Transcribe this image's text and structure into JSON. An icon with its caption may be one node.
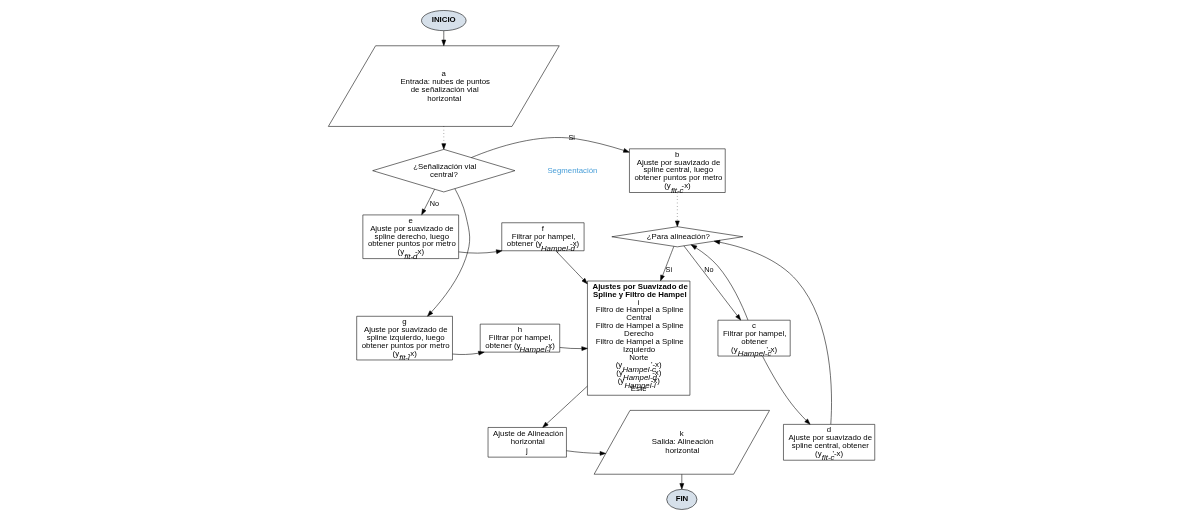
{
  "diagram": {
    "nodes": [
      {
        "text": [
          "INICIO"
        ]
      },
      {
        "text": [
          "a",
          "Entrada: nubes de puntos de señalización vial horizontal"
        ]
      },
      {
        "text": [
          "¿Señalización vial central?"
        ]
      },
      {
        "text": [
          "b",
          "Ajuste por suavizado de spline central, luego obtener puntos por metro (y$_{fit-c}$-x)"
        ]
      },
      {
        "text": [
          "¿Para alineación?"
        ]
      },
      {
        "text": [
          "c",
          "Filtrar por hampel, obtener (y$_{Hampel-c}$'-x)"
        ]
      },
      {
        "text": [
          "d",
          "Ajuste por suavizado de spline central, obtener (y$_{fit-c}$'-x)"
        ]
      },
      {
        "text": [
          "e",
          "Ajuste por suavizado de spline derecho, luego obtener puntos por metro (y$_{fit-d}$-x)"
        ]
      },
      {
        "text": [
          "f",
          "Filtrar por hampel, obtener (y$_{Hampel-d}$-x)"
        ]
      },
      {
        "text": [
          "g",
          "Ajuste por suavizado de spline izquierdo, luego obtener puntos por metro (y$_{fit-i}$-x)"
        ]
      },
      {
        "text": [
          "h",
          "Filtrar por hampel, obtener (y$_{Hampel-i}$-x)"
        ]
      },
      {
        "text": [
          "Ajustes por Suavizado de Spline y Filtro de Hampel",
          "i",
          "Filtro de Hampel a Spline Central",
          "Filtro de Hampel a Spline Derecho",
          "Filtro de Hampel a Spline Izquierdo",
          "Norte",
          "(y$_{Hampel-c}$'-x)",
          "(y$_{Hampel-d}$-x)",
          "(y$_{Hampel-i}$-x)",
          "Este"
        ]
      },
      {
        "text": [
          "Ajuste de Alineación horizontal",
          "j"
        ]
      },
      {
        "text": [
          "k",
          "Salida: Alineación horizontal"
        ]
      },
      {
        "text": [
          "FIN"
        ]
      }
    ],
    "edges": [
      {
        "from": 0,
        "to": 1,
        "arrow": "to"
      },
      {
        "from": 1,
        "to": 2,
        "arrow": "to",
        "style": "dashed"
      },
      {
        "from": 2,
        "to": 3,
        "arrow": "to",
        "label": "Si"
      },
      {
        "from": 2,
        "to": 7,
        "arrow": "to",
        "label": "No"
      },
      {
        "from": 2,
        "to": 9,
        "arrow": "to"
      },
      {
        "from": 3,
        "to": 4,
        "arrow": "to",
        "style": "dashed"
      },
      {
        "from": 4,
        "to": 11,
        "arrow": "to",
        "label": "Si"
      },
      {
        "from": 4,
        "to": 5,
        "arrow": "to",
        "label": "No"
      },
      {
        "from": 5,
        "to": 6,
        "arrow": "to"
      },
      {
        "from": 5,
        "to": 4,
        "arrow": "to"
      },
      {
        "from": 6,
        "to": 4,
        "arrow": "to"
      },
      {
        "from": 7,
        "to": 8,
        "arrow": "to"
      },
      {
        "from": 9,
        "to": 10,
        "arrow": "to"
      },
      {
        "from": 8,
        "to": 11,
        "arrow": "to"
      },
      {
        "from": 10,
        "to": 11,
        "arrow": "to"
      },
      {
        "from": 11,
        "to": 12,
        "arrow": "to"
      },
      {
        "from": 12,
        "to": 13,
        "arrow": "to"
      },
      {
        "from": 13,
        "to": 14,
        "arrow": "to"
      }
    ],
    "labels": [
      "Segmentación"
    ]
  }
}
